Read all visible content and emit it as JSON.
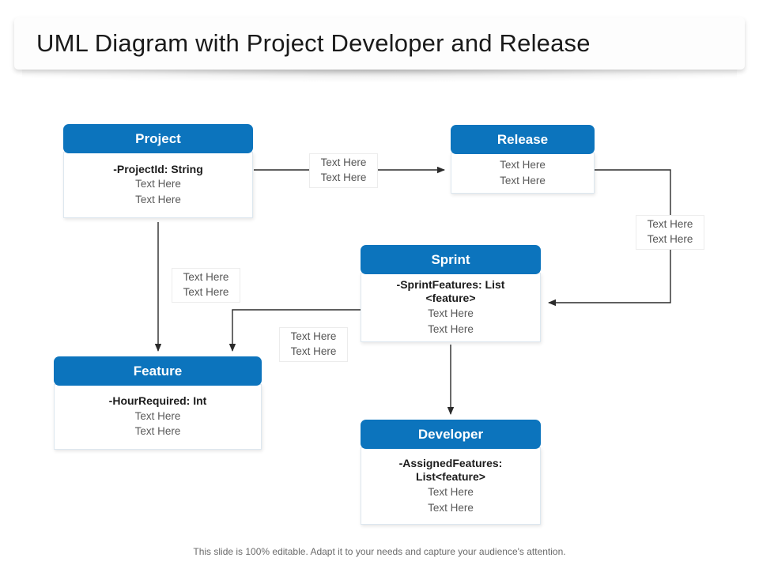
{
  "slide": {
    "title": "UML Diagram with Project Developer and Release",
    "footer_caption": "This slide is 100% editable. Adapt it to your needs and capture your audience's attention.",
    "accent_color": "#0c74bd",
    "header_text_color": "#ffffff",
    "attribute_text_color": "#1c1c1c",
    "filler_text_color": "#5a5a5a",
    "connector_color": "#2b2b2b"
  },
  "classes": [
    {
      "id": "project",
      "name": "Project",
      "attribute": "-ProjectId:  String",
      "filler": [
        "Text Here",
        "Text Here"
      ]
    },
    {
      "id": "release",
      "name": "Release",
      "attribute": "",
      "filler": [
        "Text Here",
        "Text Here"
      ]
    },
    {
      "id": "sprint",
      "name": "Sprint",
      "attribute": "-SprintFeatures: List <feature>",
      "filler": [
        "Text Here",
        "Text Here"
      ]
    },
    {
      "id": "feature",
      "name": "Feature",
      "attribute": "-HourRequired: Int",
      "filler": [
        "Text Here",
        "Text Here"
      ]
    },
    {
      "id": "developer",
      "name": "Developer",
      "attribute": "-AssignedFeatures: List<feature>",
      "filler": [
        "Text Here",
        "Text Here"
      ]
    }
  ],
  "notes": [
    {
      "id": "note-project-release",
      "lines": [
        "Text Here",
        "Text Here"
      ]
    },
    {
      "id": "note-release-sprint",
      "lines": [
        "Text Here",
        "Text Here"
      ]
    },
    {
      "id": "note-project-feature",
      "lines": [
        "Text Here",
        "Text Here"
      ]
    },
    {
      "id": "note-sprint-feature",
      "lines": [
        "Text Here",
        "Text Here"
      ]
    }
  ]
}
